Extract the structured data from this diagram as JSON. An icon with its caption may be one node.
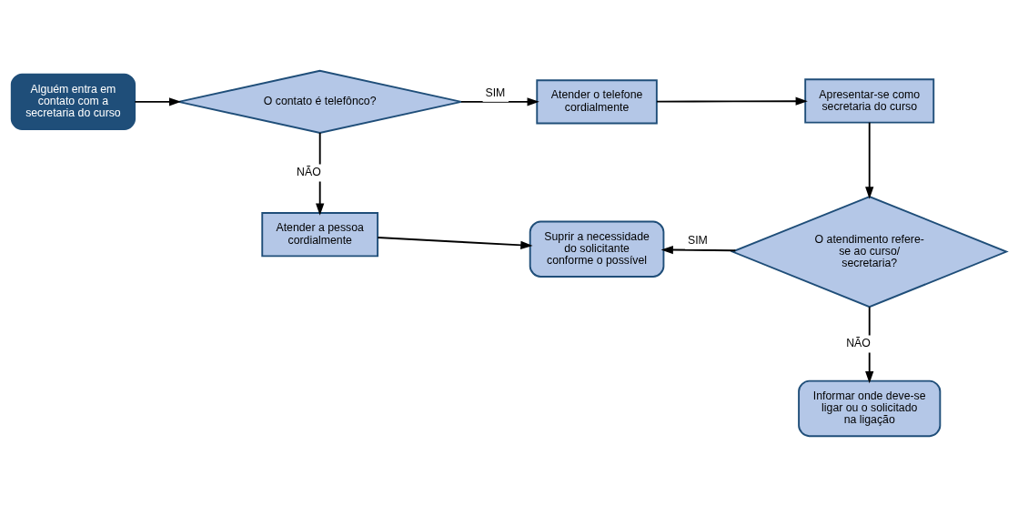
{
  "diagram": {
    "nodes": [
      {
        "text": [
          "Alguém entra em contato com a secretaria do curso"
        ]
      },
      {
        "text": [
          "O contato é telefônco?"
        ]
      },
      {
        "text": [
          "Atender o telefone cordialmente"
        ]
      },
      {
        "text": [
          "Apresentar-se como secretaria do curso"
        ]
      },
      {
        "text": [
          "Atender a pessoa cordialmente"
        ]
      },
      {
        "text": [
          "Suprir a necessidade do solicitante conforme o possível"
        ]
      },
      {
        "text": [
          "O atendimento refere-se ao curso/ secretaria?"
        ]
      },
      {
        "text": [
          "Informar onde deve-se ligar ou o solicitado na ligação"
        ]
      }
    ],
    "edges": [
      {
        "from": 0,
        "to": 1,
        "arrow": "to"
      },
      {
        "from": 1,
        "to": 2,
        "arrow": "to",
        "label": "SIM"
      },
      {
        "from": 1,
        "to": 4,
        "arrow": "to",
        "label": "NÃO"
      },
      {
        "from": 2,
        "to": 3,
        "arrow": "to"
      },
      {
        "from": 3,
        "to": 6,
        "arrow": "to"
      },
      {
        "from": 4,
        "to": 5,
        "arrow": "to"
      },
      {
        "from": 6,
        "to": 5,
        "arrow": "to",
        "label": "SIM"
      },
      {
        "from": 6,
        "to": 7,
        "arrow": "to",
        "label": "NÃO"
      }
    ]
  }
}
